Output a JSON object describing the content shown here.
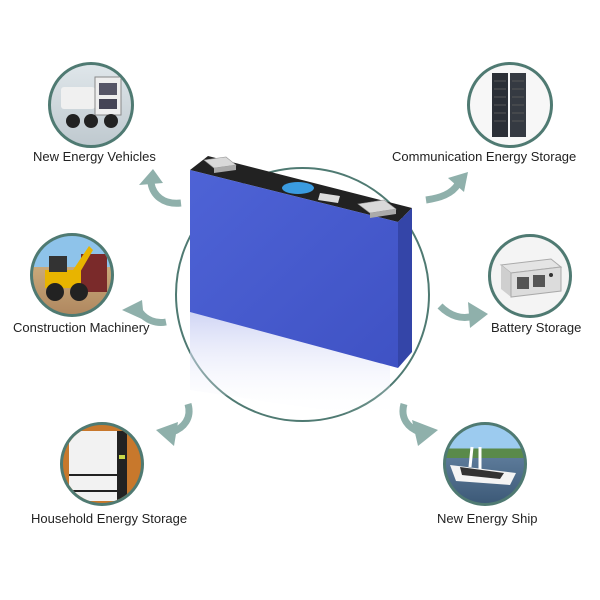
{
  "diagram": {
    "center": {
      "name": "Prismatic LiFePO4 battery cell",
      "color": "#4a5fcf"
    },
    "applications": [
      {
        "label": "New Energy Vehicles",
        "image": "cement-mixer-truck"
      },
      {
        "label": "Communication Energy Storage",
        "image": "server-rack-cabinets"
      },
      {
        "label": "Construction Machinery",
        "image": "wheel-loader"
      },
      {
        "label": "Battery Storage",
        "image": "battery-storage-unit"
      },
      {
        "label": "Household Energy Storage",
        "image": "wall-battery-pack"
      },
      {
        "label": "New Energy Ship",
        "image": "electric-yacht"
      }
    ],
    "colors": {
      "ring": "#4f7a72",
      "arrow": "#8fb0ab",
      "text": "#222222"
    }
  }
}
